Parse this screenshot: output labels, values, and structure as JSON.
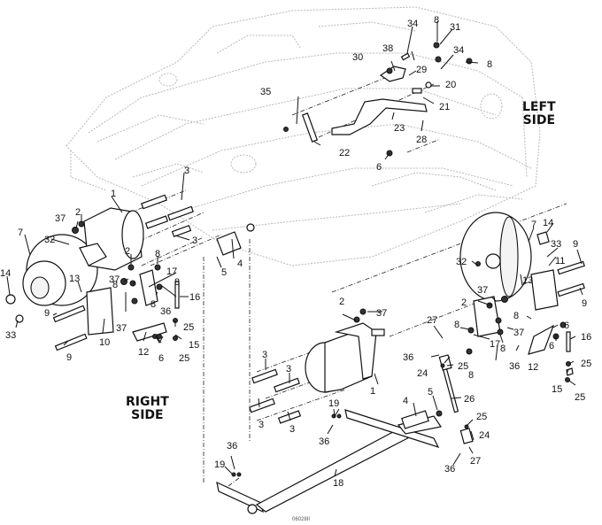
{
  "diagram": {
    "title": "Hydraulic wheel motor and brake linkage exploded view",
    "labels": {
      "left_side": "LEFT\nSIDE",
      "right_side": "RIGHT\nSIDE",
      "drawing_code": "06028II"
    },
    "callouts": [
      {
        "id": "c1",
        "text": "34"
      },
      {
        "id": "c2",
        "text": "8"
      },
      {
        "id": "c3",
        "text": "31"
      },
      {
        "id": "c4",
        "text": "38"
      },
      {
        "id": "c5",
        "text": "34"
      },
      {
        "id": "c6",
        "text": "8"
      },
      {
        "id": "c7",
        "text": "30"
      },
      {
        "id": "c8",
        "text": "29"
      },
      {
        "id": "c9",
        "text": "20"
      },
      {
        "id": "c10",
        "text": "21"
      },
      {
        "id": "c11",
        "text": "35"
      },
      {
        "id": "c12",
        "text": "23"
      },
      {
        "id": "c13",
        "text": "28"
      },
      {
        "id": "c14",
        "text": "22"
      },
      {
        "id": "c15",
        "text": "6"
      },
      {
        "id": "c16",
        "text": "3"
      },
      {
        "id": "c17",
        "text": "1"
      },
      {
        "id": "c18",
        "text": "37"
      },
      {
        "id": "c19",
        "text": "2"
      },
      {
        "id": "c20",
        "text": "7"
      },
      {
        "id": "c21",
        "text": "32"
      },
      {
        "id": "c22",
        "text": "3"
      },
      {
        "id": "c23",
        "text": "2"
      },
      {
        "id": "c24",
        "text": "8"
      },
      {
        "id": "c25",
        "text": "17"
      },
      {
        "id": "c26",
        "text": "14"
      },
      {
        "id": "c27",
        "text": "13"
      },
      {
        "id": "c28",
        "text": "37"
      },
      {
        "id": "c29",
        "text": "8"
      },
      {
        "id": "c30",
        "text": "8"
      },
      {
        "id": "c31",
        "text": "16"
      },
      {
        "id": "c32",
        "text": "8"
      },
      {
        "id": "c33",
        "text": "36"
      },
      {
        "id": "c34",
        "text": "9"
      },
      {
        "id": "c35",
        "text": "37"
      },
      {
        "id": "c36",
        "text": "25"
      },
      {
        "id": "c37",
        "text": "33"
      },
      {
        "id": "c38",
        "text": "10"
      },
      {
        "id": "c39",
        "text": "12"
      },
      {
        "id": "c40",
        "text": "6"
      },
      {
        "id": "c41",
        "text": "15"
      },
      {
        "id": "c42",
        "text": "25"
      },
      {
        "id": "c43",
        "text": "9"
      },
      {
        "id": "c44",
        "text": "4"
      },
      {
        "id": "c45",
        "text": "5"
      },
      {
        "id": "c46",
        "text": "7"
      },
      {
        "id": "c47",
        "text": "14"
      },
      {
        "id": "c48",
        "text": "33"
      },
      {
        "id": "c49",
        "text": "9"
      },
      {
        "id": "c50",
        "text": "11"
      },
      {
        "id": "c51",
        "text": "32"
      },
      {
        "id": "c52",
        "text": "13"
      },
      {
        "id": "c53",
        "text": "37"
      },
      {
        "id": "c54",
        "text": "9"
      },
      {
        "id": "c55",
        "text": "2"
      },
      {
        "id": "c56",
        "text": "8"
      },
      {
        "id": "c57",
        "text": "8"
      },
      {
        "id": "c58",
        "text": "37"
      },
      {
        "id": "c59",
        "text": "6"
      },
      {
        "id": "c60",
        "text": "6"
      },
      {
        "id": "c61",
        "text": "16"
      },
      {
        "id": "c62",
        "text": "8"
      },
      {
        "id": "c63",
        "text": "17"
      },
      {
        "id": "c64",
        "text": "36"
      },
      {
        "id": "c65",
        "text": "12"
      },
      {
        "id": "c66",
        "text": "25"
      },
      {
        "id": "c67",
        "text": "15"
      },
      {
        "id": "c68",
        "text": "25"
      },
      {
        "id": "c69",
        "text": "2"
      },
      {
        "id": "c70",
        "text": "37"
      },
      {
        "id": "c71",
        "text": "27"
      },
      {
        "id": "c72",
        "text": "36"
      },
      {
        "id": "c73",
        "text": "24"
      },
      {
        "id": "c74",
        "text": "25"
      },
      {
        "id": "c75",
        "text": "8"
      },
      {
        "id": "c76",
        "text": "1"
      },
      {
        "id": "c77",
        "text": "3"
      },
      {
        "id": "c78",
        "text": "3"
      },
      {
        "id": "c79",
        "text": "3"
      },
      {
        "id": "c80",
        "text": "3"
      },
      {
        "id": "c81",
        "text": "26"
      },
      {
        "id": "c82",
        "text": "19"
      },
      {
        "id": "c83",
        "text": "36"
      },
      {
        "id": "c84",
        "text": "4"
      },
      {
        "id": "c85",
        "text": "5"
      },
      {
        "id": "c86",
        "text": "25"
      },
      {
        "id": "c87",
        "text": "24"
      },
      {
        "id": "c88",
        "text": "36"
      },
      {
        "id": "c89",
        "text": "27"
      },
      {
        "id": "c90",
        "text": "36"
      },
      {
        "id": "c91",
        "text": "19"
      },
      {
        "id": "c92",
        "text": "18"
      }
    ]
  }
}
